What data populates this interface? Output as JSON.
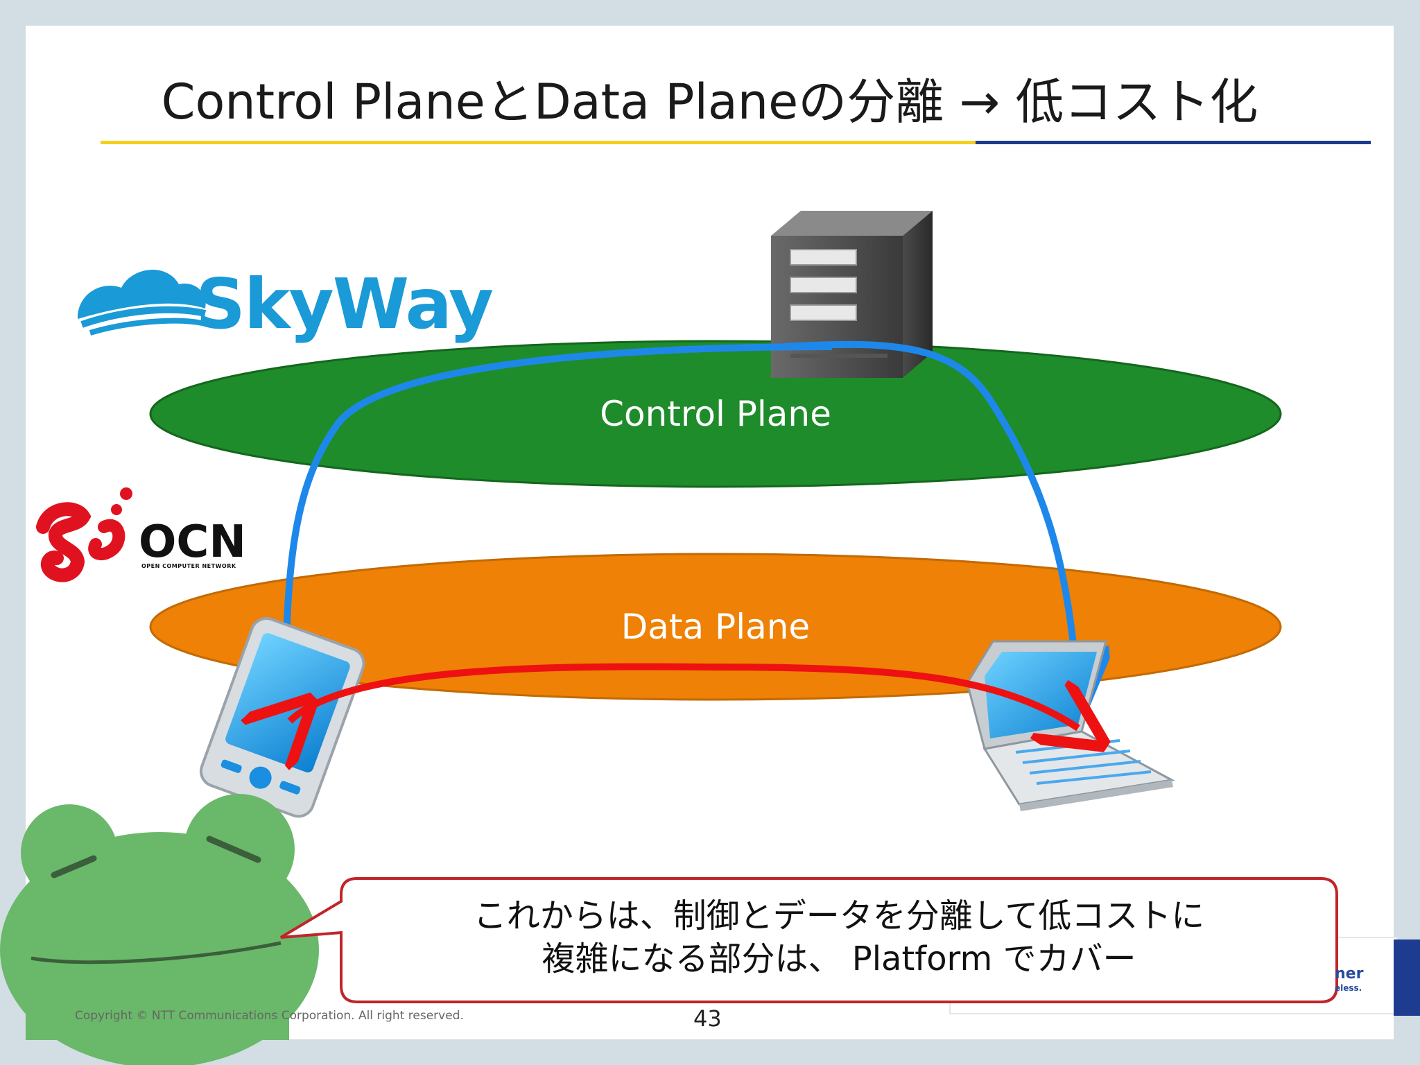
{
  "slide": {
    "title": "Control PlaneとData Planeの分離 → 低コスト化",
    "page_number": "43",
    "copyright": "Copyright © NTT Communications Corporation. All right reserved."
  },
  "logos": {
    "skyway": "SkyWay",
    "ocn": "OCN",
    "ocn_subtitle": "OPEN COMPUTER NETWORK",
    "partner_partial": "ner",
    "partner_partial_sub": "eless."
  },
  "planes": {
    "control": {
      "label": "Control Plane",
      "color": "#1f8c2b"
    },
    "data": {
      "label": "Data Plane",
      "color": "#ee8106"
    }
  },
  "arrows": {
    "signaling_color": "#1e88ea",
    "media_color": "#ee1111"
  },
  "speech_bubble": {
    "line1": "これからは、制御とデータを分離して低コストに",
    "line2": "複雑になる部分は、 Platform でカバー"
  },
  "icons": [
    "server-icon",
    "smartphone-icon",
    "laptop-icon",
    "frog-character-icon",
    "skyway-cloud-icon",
    "ocn-mark-icon"
  ]
}
